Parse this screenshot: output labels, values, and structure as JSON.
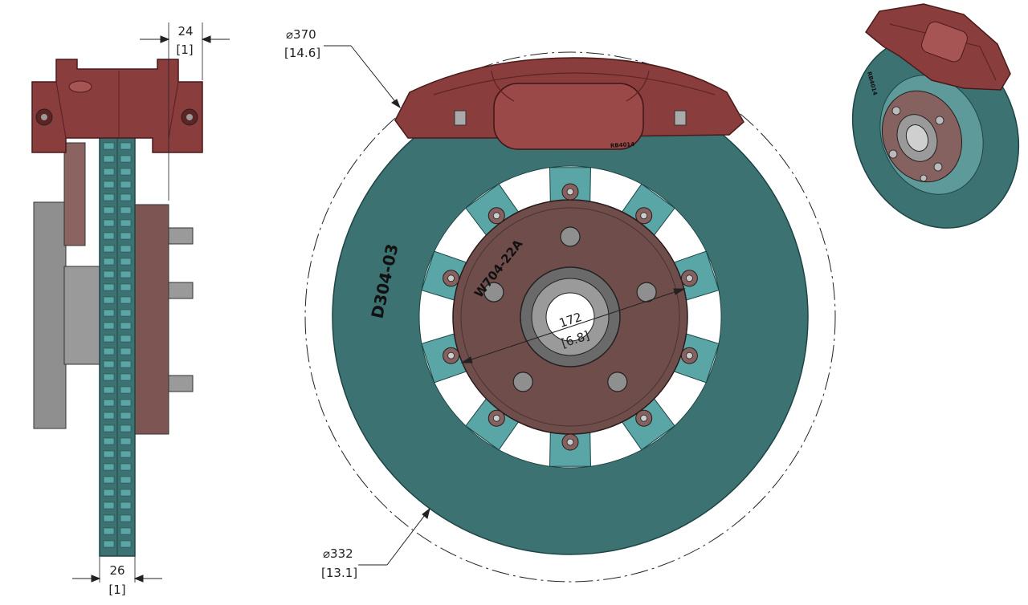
{
  "colors": {
    "disc": "#3d7272",
    "disc_edge": "#1d4545",
    "vane": "#5aa5a5",
    "caliper": "#8a3d3d",
    "caliper_dark": "#5e2424",
    "caliper_light": "#a65454",
    "hat": "#6e4d4b",
    "hat_light": "#85625f",
    "hub_gray": "#8f8f8f",
    "hub_dark": "#6a6a6a",
    "line": "#222222"
  },
  "dimensions": {
    "caliper_width": {
      "metric": "24",
      "imperial": "[1]"
    },
    "rotor_thickness": {
      "metric": "26",
      "imperial": "[1]"
    },
    "caliper_clearance": {
      "metric": "⌀370",
      "imperial": "[14.6]"
    },
    "rotor_diameter": {
      "metric": "⌀332",
      "imperial": "[13.1]"
    },
    "bolt_circle": {
      "metric": "172",
      "imperial": "[6.8]"
    }
  },
  "part_markings": {
    "rotor": "D304-03",
    "hat": "W704-22A",
    "caliper": "RB4014",
    "iso_rotor": "RB4014"
  }
}
